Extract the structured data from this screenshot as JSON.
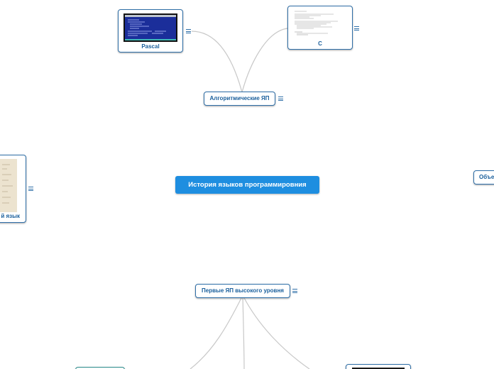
{
  "root": {
    "label": "История языков программировния"
  },
  "nodes": {
    "algo": {
      "label": "Алгоритмические ЯП"
    },
    "pascal": {
      "label": "Pascal"
    },
    "c": {
      "label": "C"
    },
    "left_partial": {
      "label": "й язык"
    },
    "right_partial": {
      "label": "Объе"
    },
    "first_high": {
      "label": "Первые ЯП высокого уровня"
    }
  },
  "colors": {
    "root_fill": "#1e8ee0",
    "node_border": "#2f6fa8",
    "link": "#c8c8c8",
    "text": "#1a5f9c"
  },
  "icons": {
    "menu": "hamburger-menu-icon"
  }
}
